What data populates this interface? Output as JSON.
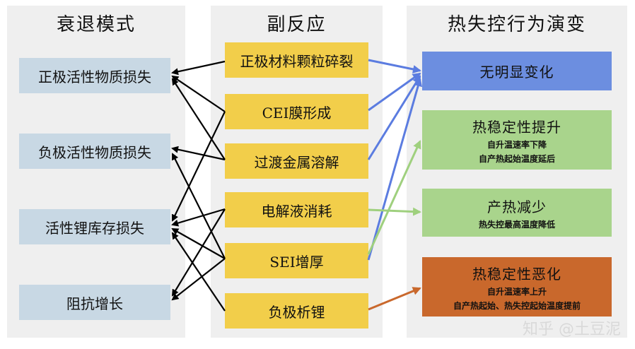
{
  "columns": {
    "left_title": "衰退模式",
    "mid_title": "副反应",
    "right_title": "热失控行为演变"
  },
  "left": [
    "正极活性物质损失",
    "负极活性物质损失",
    "活性锂库存损失",
    "阻抗增长"
  ],
  "mid": [
    "正极材料颗粒碎裂",
    "CEI膜形成",
    "过渡金属溶解",
    "电解液消耗",
    "SEI增厚",
    "负极析锂"
  ],
  "right": [
    {
      "title": "无明显变化",
      "lines": []
    },
    {
      "title": "热稳定性提升",
      "lines": [
        "自升温速率下降",
        "自产热起始温度延后"
      ]
    },
    {
      "title": "产热减少",
      "lines": [
        "热失控最高温度降低"
      ]
    },
    {
      "title": "热稳定性恶化",
      "lines": [
        "自升温速率上升",
        "自产热起始、热失控起始温度提前"
      ]
    }
  ],
  "colors": {
    "black_arrow": "#000000",
    "blue_arrow": "#5b7ce0",
    "green_arrow": "#9fd07e",
    "orange_arrow": "#c9682c"
  },
  "watermark": "知乎 @土豆泥"
}
